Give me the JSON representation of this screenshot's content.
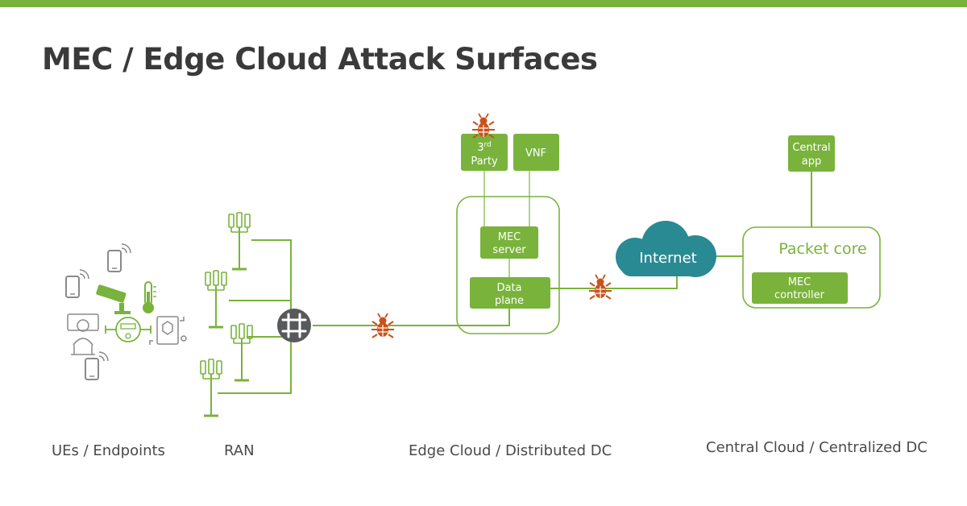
{
  "title": "MEC / Edge Cloud Attack Surfaces",
  "colors": {
    "accent": "#79b33b",
    "router": "#58595b",
    "cloud": "#2a8a93",
    "threat": "#c9521b",
    "icon_gray": "#8a8a8a"
  },
  "sections": {
    "ues": "UEs / Endpoints",
    "ran": "RAN",
    "edge": "Edge Cloud / Distributed DC",
    "central": "Central Cloud / Centralized DC"
  },
  "edge": {
    "third_party_num": "3",
    "third_party_sup": "rd",
    "third_party_word": "Party",
    "vnf": "VNF",
    "mec_server_line1": "MEC",
    "mec_server_line2": "server",
    "data_plane_line1": "Data",
    "data_plane_line2": "plane"
  },
  "internet": "Internet",
  "central": {
    "app_line1": "Central",
    "app_line2": "app",
    "packet_core": "Packet core",
    "mec_controller_line1": "MEC",
    "mec_controller_line2": "controller"
  },
  "icons": {
    "threat": "bug-icon",
    "router": "router-icon",
    "cloud": "cloud-icon",
    "tower": "cell-tower-icon",
    "phone": "smartphone-icon",
    "camera": "cctv-camera-icon",
    "thermometer": "thermometer-icon",
    "meter": "utility-meter-icon",
    "person": "person-icon",
    "tablet": "tablet-icon"
  }
}
